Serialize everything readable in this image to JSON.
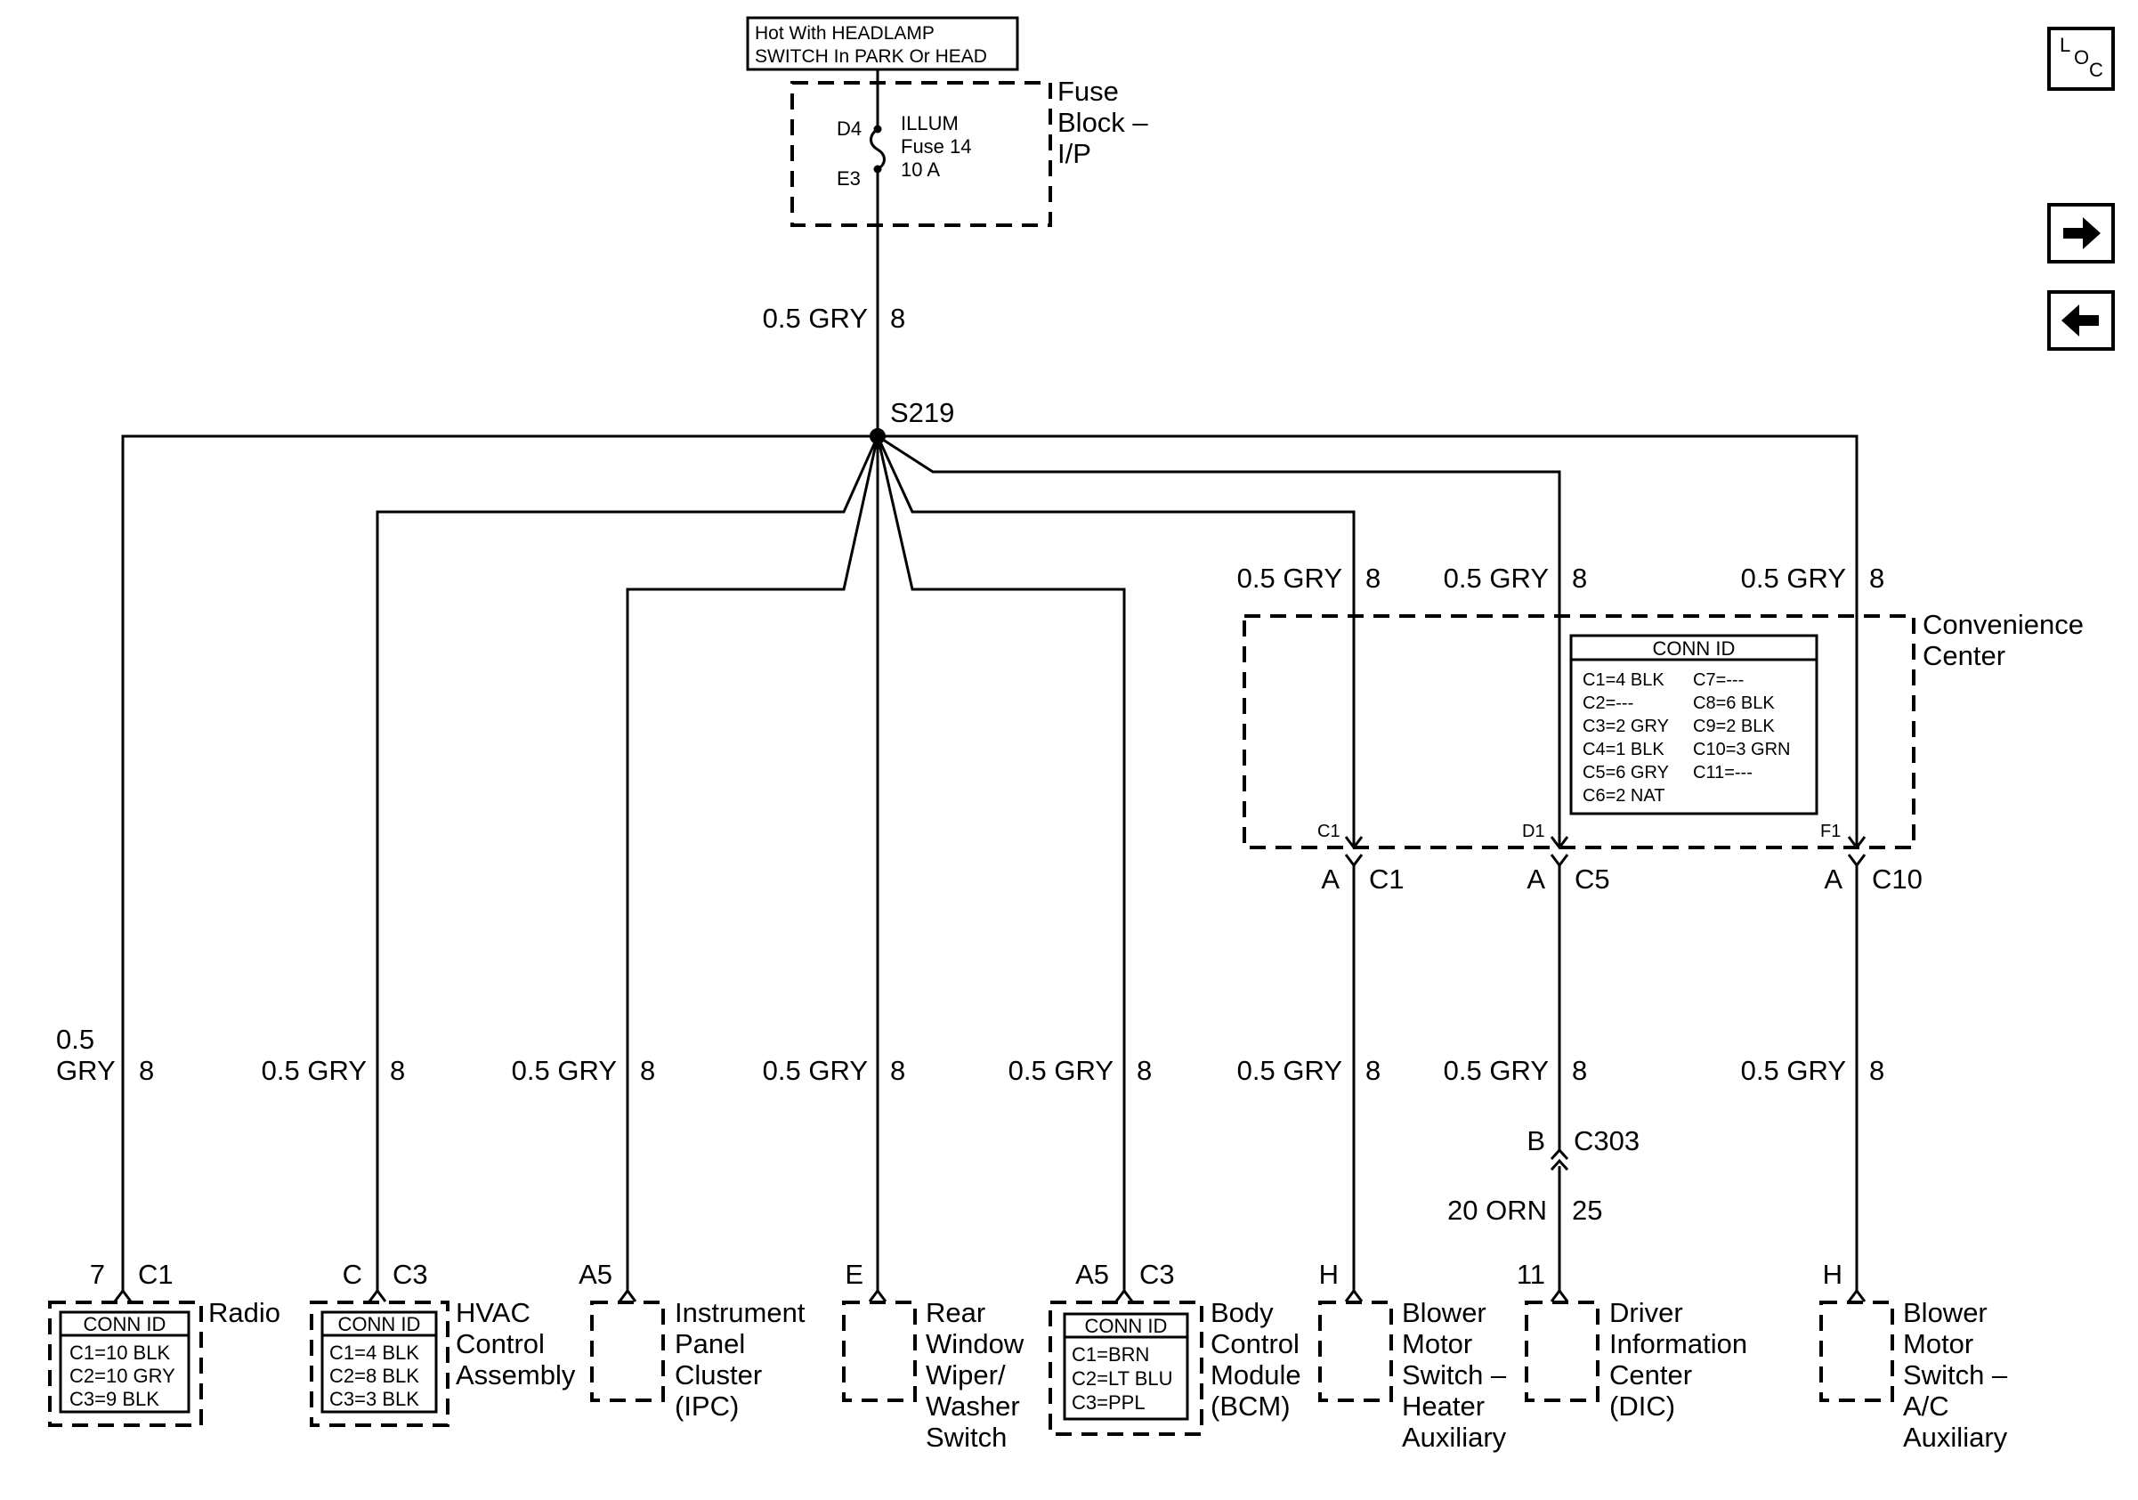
{
  "power_label": [
    "Hot With HEADLAMP",
    "SWITCH In PARK Or HEAD"
  ],
  "fuse_block": {
    "name": [
      "Fuse",
      "Block –",
      "I/P"
    ],
    "pin_in": "D4",
    "pin_out": "E3",
    "fuse": [
      "ILLUM",
      "Fuse 14",
      "10 A"
    ]
  },
  "main_wire": {
    "size_color": "0.5 GRY",
    "circuit": "8"
  },
  "splice": "S219",
  "nav": {
    "loc_icon": "loc-icon",
    "next_icon": "arrow-right-icon",
    "prev_icon": "arrow-left-icon"
  },
  "convenience_center": {
    "name": [
      "Convenience",
      "Center"
    ],
    "conn_id_title": "CONN ID",
    "conn_id_left": [
      "C1=4 BLK",
      "C2=---",
      "C3=2 GRY",
      "C4=1 BLK",
      "C5=6 GRY",
      "C6=2 NAT"
    ],
    "conn_id_right": [
      "C7=---",
      "C8=6 BLK",
      "C9=2 BLK",
      "C10=3 GRN",
      "C11=---"
    ],
    "terminals": [
      "C1",
      "D1",
      "F1"
    ],
    "connectors": [
      {
        "pin": "A",
        "conn": "C1"
      },
      {
        "pin": "A",
        "conn": "C5"
      },
      {
        "pin": "A",
        "conn": "C10"
      }
    ],
    "upper_wires": [
      {
        "size_color": "0.5 GRY",
        "circuit": "8"
      },
      {
        "size_color": "0.5 GRY",
        "circuit": "8"
      },
      {
        "size_color": "0.5 GRY",
        "circuit": "8"
      }
    ]
  },
  "inline_connector": {
    "pin": "B",
    "conn": "C303",
    "wire": {
      "size_color": "20 ORN",
      "circuit": "25"
    }
  },
  "branches": [
    {
      "wire": {
        "size_color": [
          "0.5",
          "GRY"
        ],
        "circuit": "8"
      },
      "pin": "7",
      "conn": "C1",
      "name": [
        "Radio"
      ],
      "conn_id": {
        "title": "CONN ID",
        "rows": [
          "C1=10 BLK",
          "C2=10 GRY",
          "C3=9 BLK"
        ]
      }
    },
    {
      "wire": {
        "size_color": "0.5 GRY",
        "circuit": "8"
      },
      "pin": "C",
      "conn": "C3",
      "name": [
        "HVAC",
        "Control",
        "Assembly"
      ],
      "conn_id": {
        "title": "CONN ID",
        "rows": [
          "C1=4 BLK",
          "C2=8 BLK",
          "C3=3 BLK"
        ]
      }
    },
    {
      "wire": {
        "size_color": "0.5 GRY",
        "circuit": "8"
      },
      "pin": "A5",
      "conn": "",
      "name": [
        "Instrument",
        "Panel",
        "Cluster",
        "(IPC)"
      ]
    },
    {
      "wire": {
        "size_color": "0.5 GRY",
        "circuit": "8"
      },
      "pin": "E",
      "conn": "",
      "name": [
        "Rear",
        "Window",
        "Wiper/",
        "Washer",
        "Switch"
      ]
    },
    {
      "wire": {
        "size_color": "0.5 GRY",
        "circuit": "8"
      },
      "pin": "A5",
      "conn": "C3",
      "name": [
        "Body",
        "Control",
        "Module",
        "(BCM)"
      ],
      "conn_id": {
        "title": "CONN ID",
        "rows": [
          "C1=BRN",
          "C2=LT BLU",
          "C3=PPL"
        ]
      }
    },
    {
      "wire": {
        "size_color": "0.5 GRY",
        "circuit": "8"
      },
      "pin": "H",
      "conn": "",
      "name": [
        "Blower",
        "Motor",
        "Switch –",
        "Heater",
        "Auxiliary"
      ]
    },
    {
      "wire": {
        "size_color": "0.5 GRY",
        "circuit": "8"
      },
      "pin": "11",
      "conn": "",
      "name": [
        "Driver",
        "Information",
        "Center",
        "(DIC)"
      ]
    },
    {
      "wire": {
        "size_color": "0.5 GRY",
        "circuit": "8"
      },
      "pin": "H",
      "conn": "",
      "name": [
        "Blower",
        "Motor",
        "Switch –",
        "A/C",
        "Auxiliary"
      ]
    }
  ]
}
